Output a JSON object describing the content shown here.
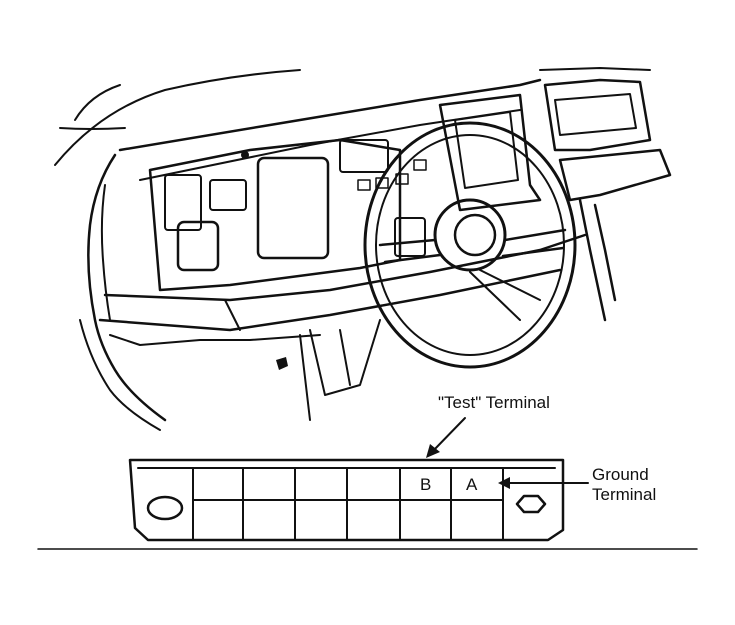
{
  "labels": {
    "test_terminal": "\"Test\" Terminal",
    "ground_terminal_line1": "Ground",
    "ground_terminal_line2": "Terminal",
    "cell_b": "B",
    "cell_a": "A"
  },
  "colors": {
    "ink": "#111111",
    "background": "#ffffff"
  }
}
